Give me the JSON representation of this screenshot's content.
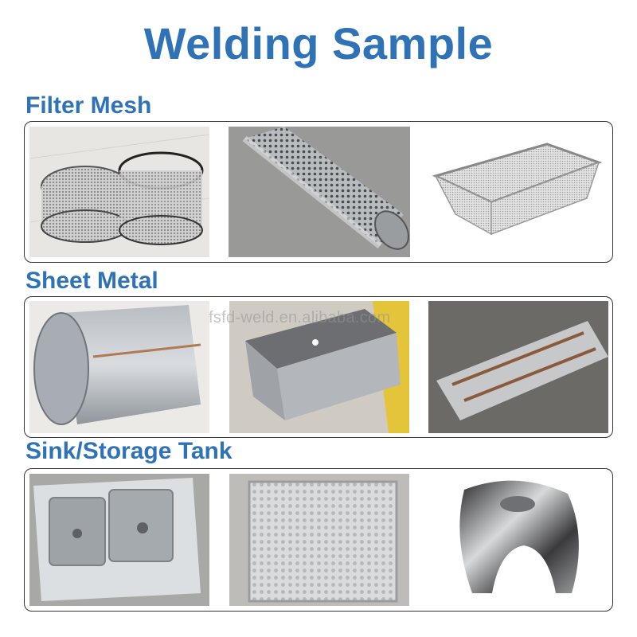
{
  "title": "Welding Sample",
  "sections": [
    {
      "label": "Filter Mesh",
      "items": [
        "filter-mesh-cylinders",
        "perforated-tube",
        "mesh-basket"
      ]
    },
    {
      "label": "Sheet Metal",
      "items": [
        "rolled-sheet-cylinder",
        "welded-box",
        "welded-plate"
      ]
    },
    {
      "label": "Sink/Storage Tank",
      "items": [
        "double-sink",
        "dimpled-panel",
        "fuel-tank"
      ]
    }
  ],
  "watermark": "fsfd-weld.en.alibaba.com",
  "colors": {
    "heading": "#2f73b6",
    "border": "#333333"
  }
}
